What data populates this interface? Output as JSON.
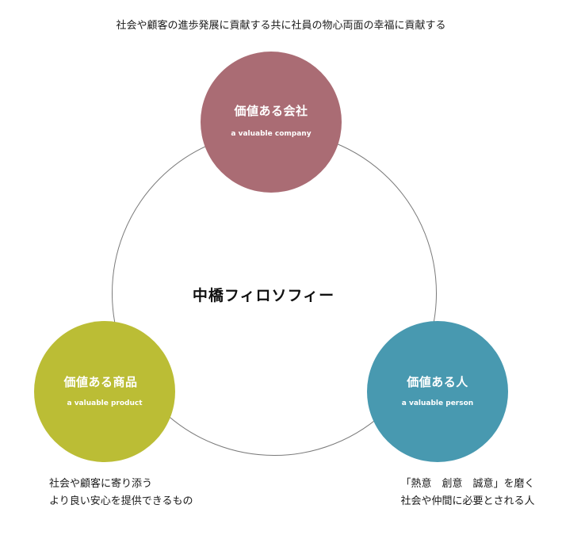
{
  "header": {
    "caption": "社会や顧客の進歩発展に貢献する共に社員の物心両面の幸福に貢献する"
  },
  "center": {
    "title": "中橋フィロソフィー"
  },
  "nodes": {
    "company": {
      "title": "価値ある会社",
      "subtitle": "a valuable company",
      "color": "#aa6c74"
    },
    "product": {
      "title": "価値ある商品",
      "subtitle": "a valuable product",
      "color": "#bbbd35"
    },
    "person": {
      "title": "価値ある人",
      "subtitle": "a valuable person",
      "color": "#4899b0"
    }
  },
  "descriptions": {
    "product": {
      "line1": "社会や顧客に寄り添う",
      "line2": "より良い安心を提供できるもの"
    },
    "person": {
      "line1": "「熱意　創意　誠意」を磨く",
      "line2": "社会や仲間に必要とされる人"
    }
  }
}
